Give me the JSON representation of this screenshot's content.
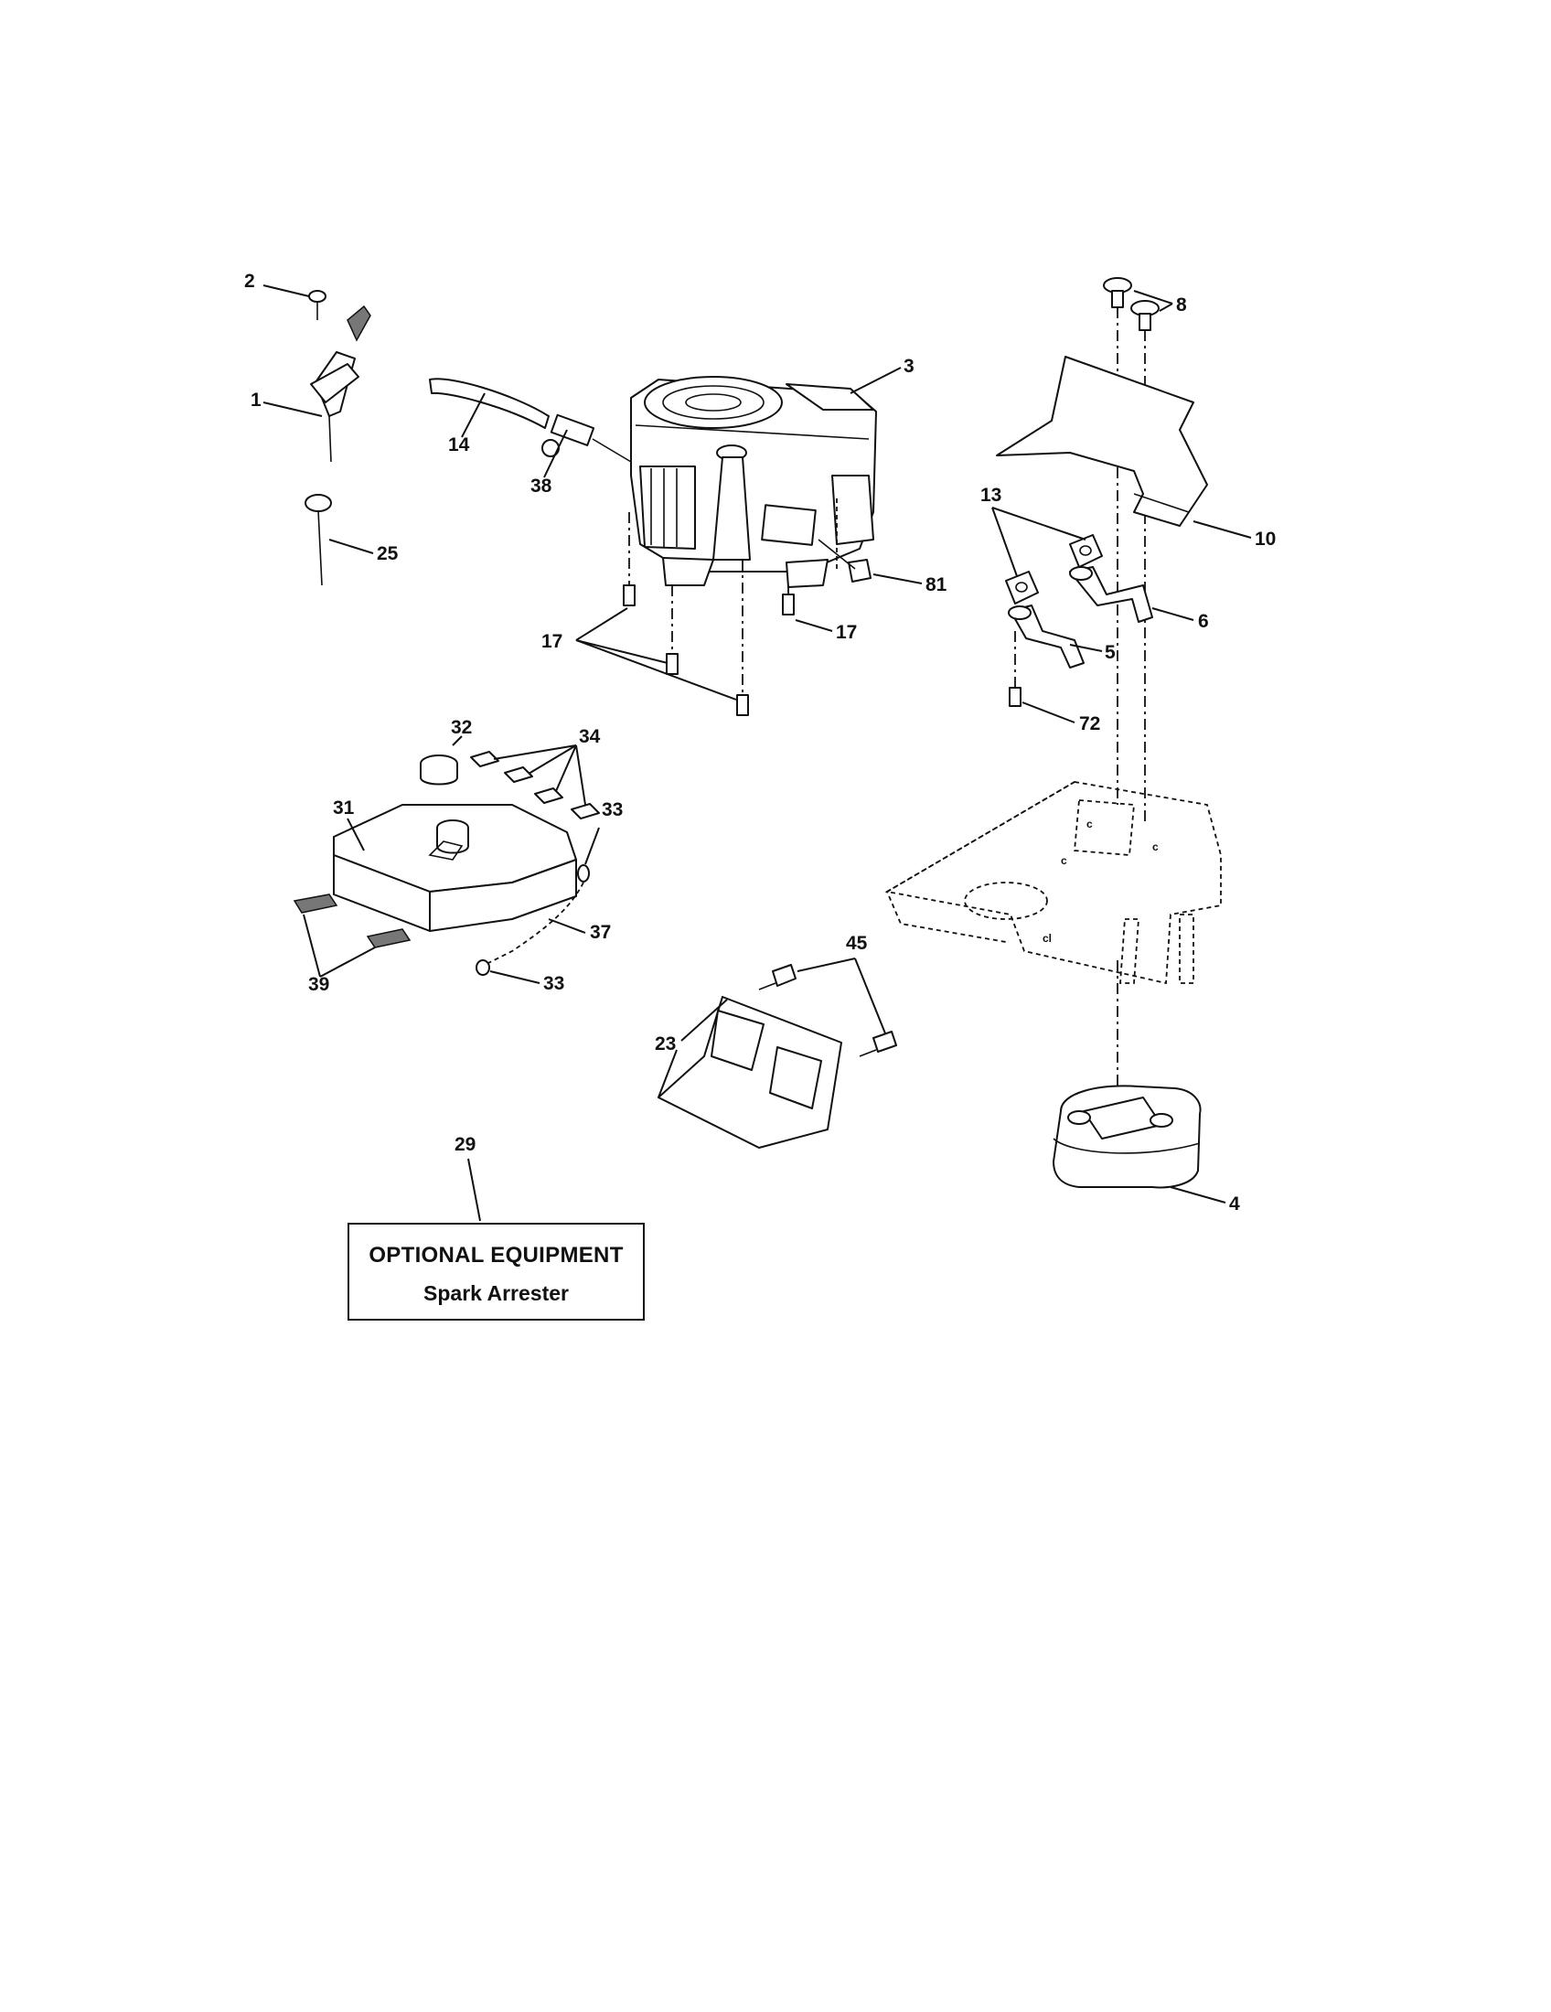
{
  "callouts": {
    "c1": "1",
    "c2": "2",
    "c3": "3",
    "c4": "4",
    "c5": "5",
    "c6": "6",
    "c8": "8",
    "c10": "10",
    "c13": "13",
    "c14": "14",
    "c17a": "17",
    "c17b": "17",
    "c23": "23",
    "c25": "25",
    "c29": "29",
    "c31": "31",
    "c32": "32",
    "c33a": "33",
    "c33b": "33",
    "c34": "34",
    "c37": "37",
    "c38": "38",
    "c39": "39",
    "c45": "45",
    "c72": "72",
    "c81": "81"
  },
  "optional_box": {
    "line1": "OPTIONAL EQUIPMENT",
    "line2": "Spark Arrester"
  }
}
